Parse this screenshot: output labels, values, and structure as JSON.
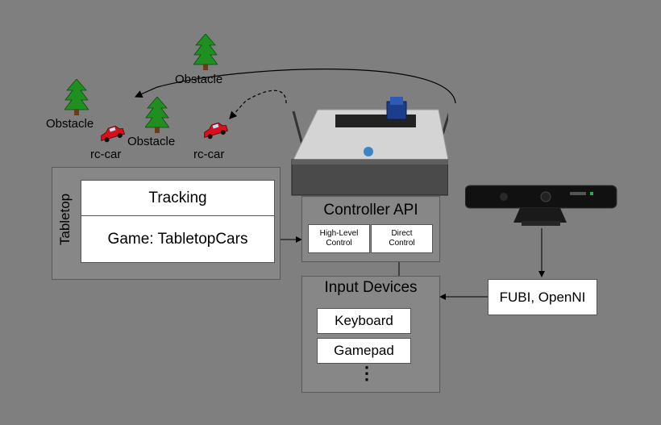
{
  "labels": {
    "obstacle_1": "Obstacle",
    "obstacle_2": "Obstacle",
    "obstacle_3": "Obstacle",
    "rc_car_1": "rc-car",
    "rc_car_2": "rc-car"
  },
  "tabletop": {
    "side_label": "Tabletop",
    "tracking": "Tracking",
    "game": "Game: TabletopCars"
  },
  "controller": {
    "title": "Controller API",
    "high_level": "High-Level\nControl",
    "direct": "Direct\nControl"
  },
  "input_devices": {
    "title": "Input Devices",
    "items": [
      "Keyboard",
      "Gamepad"
    ],
    "more": "⋮"
  },
  "fubi": "FUBI, OpenNI",
  "colors": {
    "background": "#7f7f7f",
    "tree_green": "#1f8f1f",
    "car_red": "#d8101a"
  }
}
